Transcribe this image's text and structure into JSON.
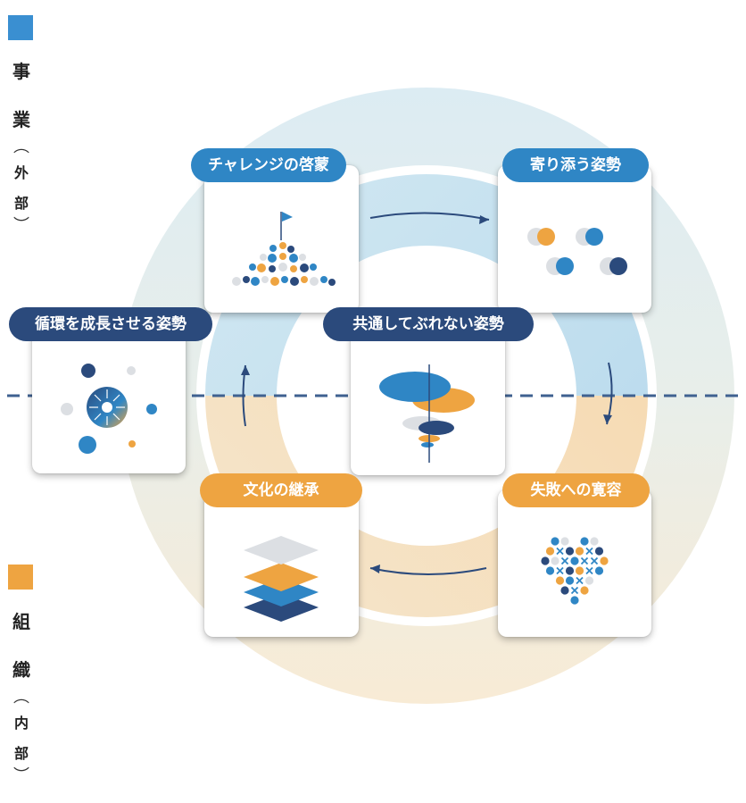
{
  "legend": {
    "business": {
      "color": "#3a8fd1",
      "chars": [
        "事",
        "業"
      ],
      "sub": [
        "外",
        "部"
      ]
    },
    "organization": {
      "color": "#eea441",
      "chars": [
        "組",
        "織"
      ],
      "sub": [
        "内",
        "部"
      ]
    },
    "paren_open": "︵",
    "paren_close": "︶"
  },
  "cards": {
    "challenge": {
      "label": "チャレンジの啓蒙",
      "icon": "flag-dots-icon"
    },
    "support": {
      "label": "寄り添う姿勢",
      "icon": "paired-dots-icon"
    },
    "cycle": {
      "label": "循環を成長させる姿勢",
      "icon": "radial-cycle-icon"
    },
    "core": {
      "label": "共通してぶれない姿勢",
      "icon": "stacked-ellipses-icon"
    },
    "culture": {
      "label": "文化の継承",
      "icon": "stacked-layers-icon"
    },
    "failure": {
      "label": "失敗への寛容",
      "icon": "heart-grid-icon"
    }
  },
  "colors": {
    "blue": "#2f86c5",
    "navy": "#2b4a7c",
    "orange": "#eea441",
    "gray": "#dcdfe3"
  }
}
